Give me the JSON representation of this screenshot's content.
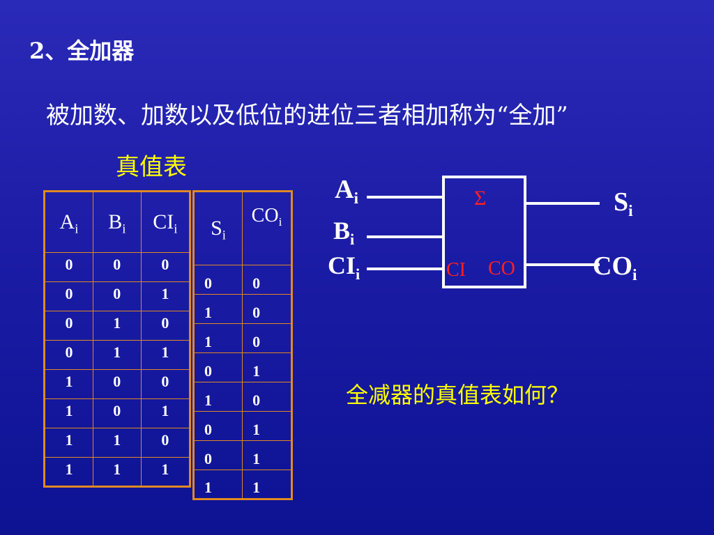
{
  "heading": "2、全加器",
  "description": "被加数、加数以及低位的进位三者相加称为“全加”",
  "table_title": "真值表",
  "truth_table": {
    "headers": [
      {
        "base": "A",
        "sub": "i"
      },
      {
        "base": "B",
        "sub": "i"
      },
      {
        "base": "CI",
        "sub": "i"
      },
      {
        "base": "S",
        "sub": "i"
      },
      {
        "base": "CO",
        "sub": "i"
      }
    ],
    "rows": [
      [
        "0",
        "0",
        "0",
        "0",
        "0"
      ],
      [
        "0",
        "0",
        "1",
        "1",
        "0"
      ],
      [
        "0",
        "1",
        "0",
        "1",
        "0"
      ],
      [
        "0",
        "1",
        "1",
        "0",
        "1"
      ],
      [
        "1",
        "0",
        "0",
        "1",
        "0"
      ],
      [
        "1",
        "0",
        "1",
        "0",
        "1"
      ],
      [
        "1",
        "1",
        "0",
        "0",
        "1"
      ],
      [
        "1",
        "1",
        "1",
        "1",
        "1"
      ]
    ]
  },
  "diagram": {
    "inputs": [
      {
        "base": "A",
        "sub": "i"
      },
      {
        "base": "B",
        "sub": "i"
      },
      {
        "base": "CI",
        "sub": "i"
      }
    ],
    "outputs": [
      {
        "base": "S",
        "sub": "i"
      },
      {
        "base": "CO",
        "sub": "i"
      }
    ],
    "symbol": "Σ",
    "ci_pin": "CI",
    "co_pin": "CO"
  },
  "question": "全减器的真值表如何？",
  "colors": {
    "background": "#1c1ca6",
    "highlight": "#ffff00",
    "table_border": "#e08a22",
    "pin_label": "#ff2020"
  }
}
